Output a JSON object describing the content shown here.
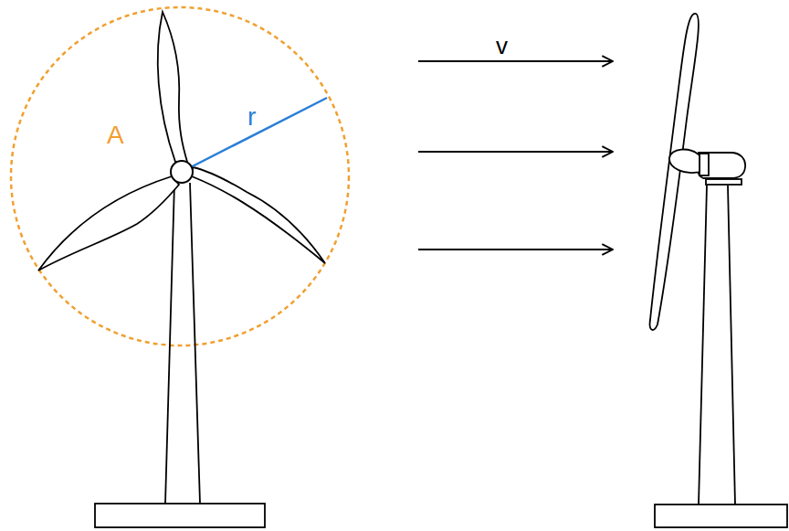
{
  "diagram": {
    "labels": [
      "A",
      "r",
      "v"
    ]
  }
}
